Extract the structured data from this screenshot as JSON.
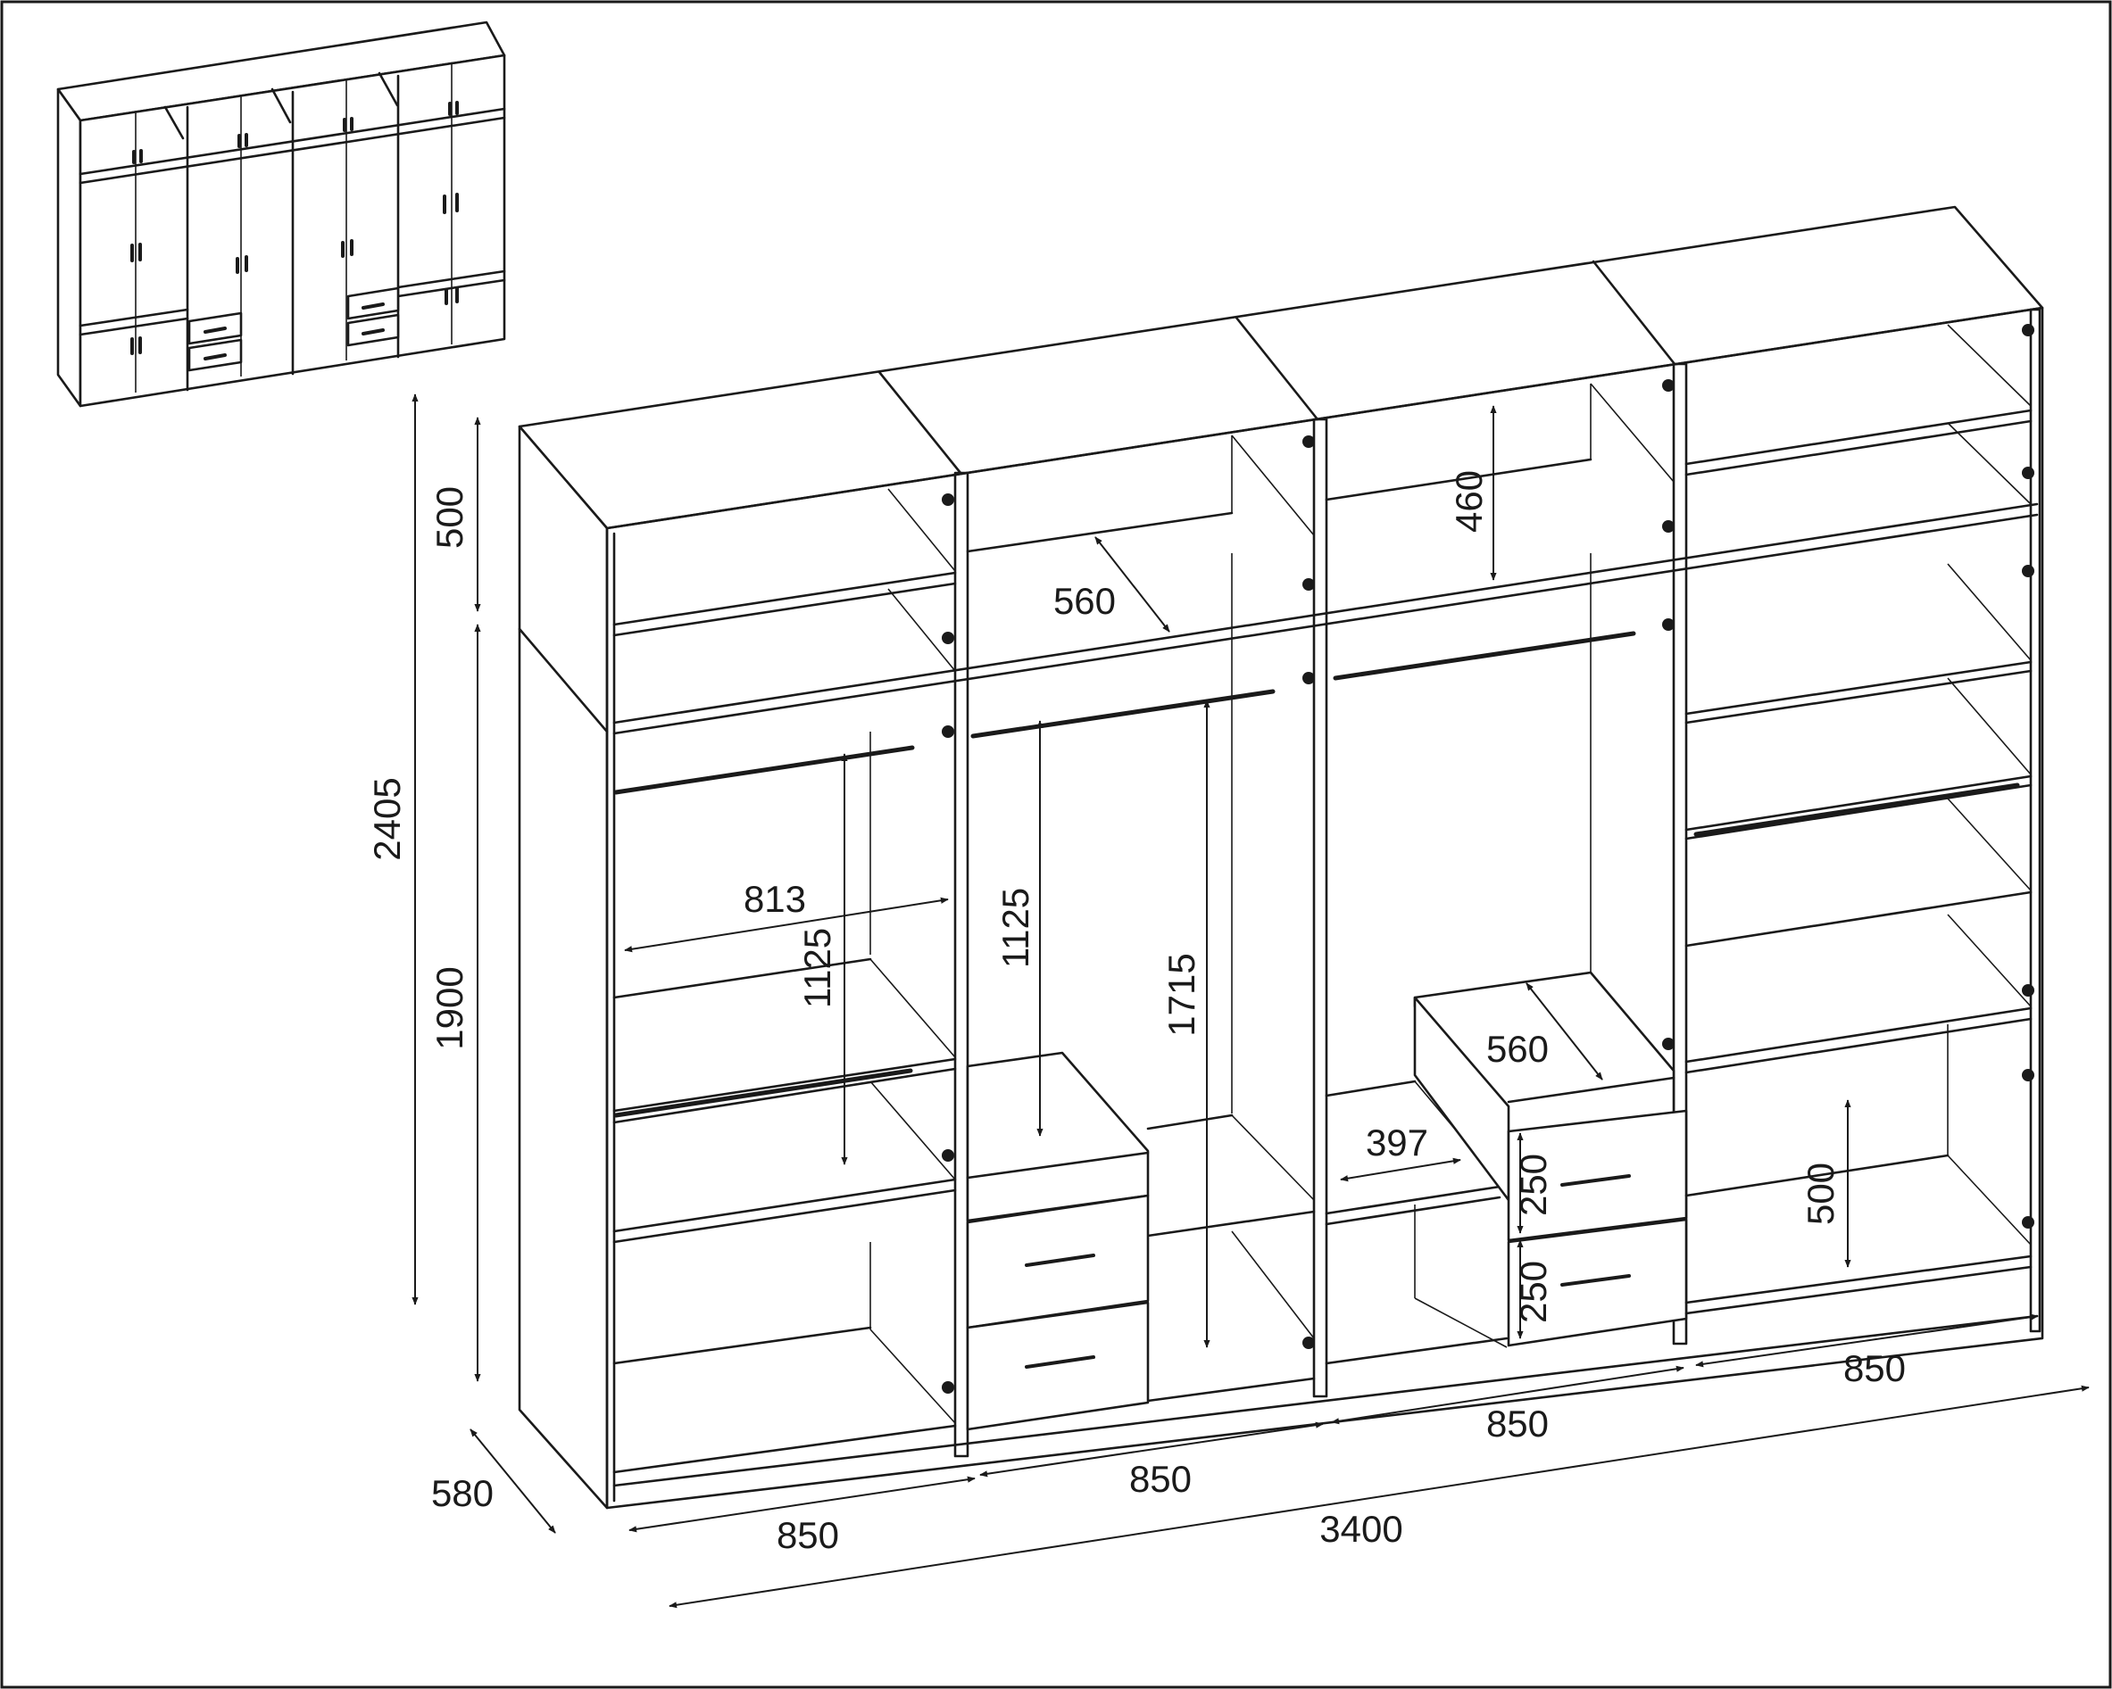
{
  "diagram": {
    "dimensions": {
      "total_height": "2405",
      "top_section_height": "500",
      "bottom_section_height": "1900",
      "depth": "580",
      "total_width": "3400",
      "module1_width": "850",
      "module2_width": "850",
      "module3_width": "850",
      "module4_width": "850",
      "inner_width": "813",
      "hanging_height_left": "1125",
      "hanging_height_second": "1125",
      "long_hanging_height": "1715",
      "top_inner_height": "460",
      "shelf_depth_top": "560",
      "shelf_depth_drawer": "560",
      "drawer_block_width": "397",
      "drawer_height_upper": "250",
      "drawer_height_lower": "250",
      "bottom_compartment_height": "500"
    }
  }
}
